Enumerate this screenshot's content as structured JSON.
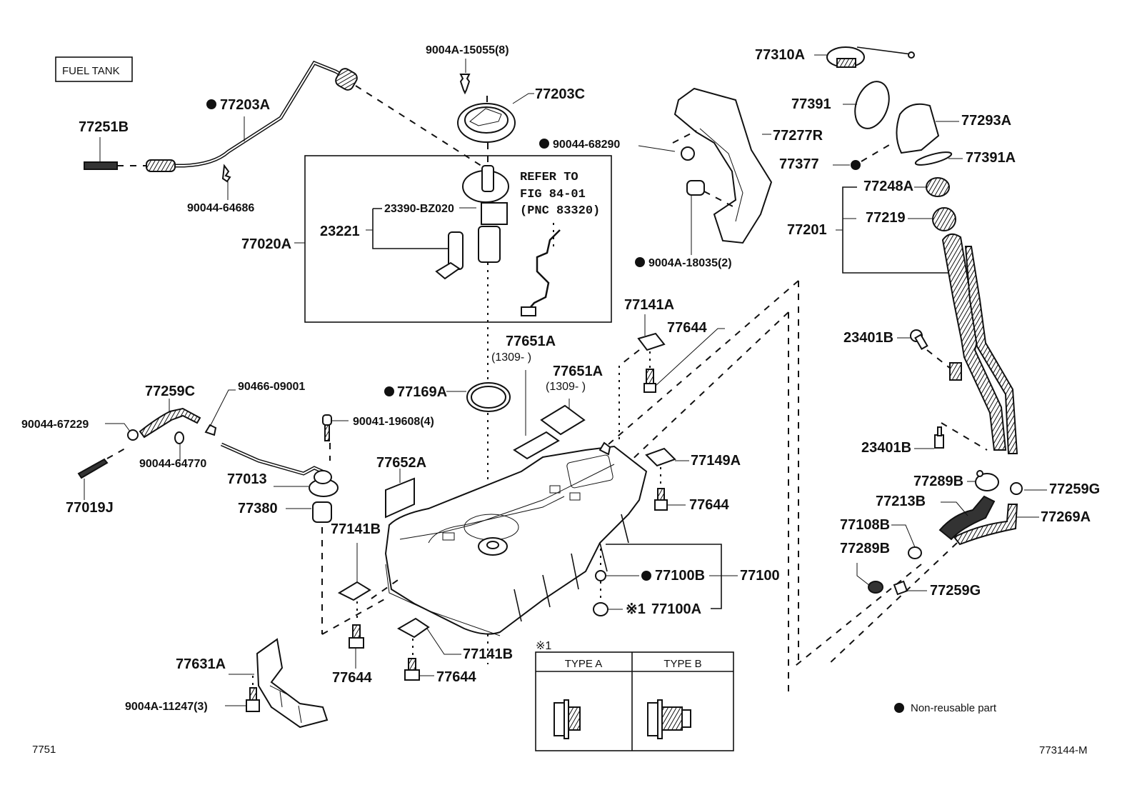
{
  "diagram": {
    "title": "FUEL TANK",
    "figure_code": "773144-M",
    "page_ref": "7751",
    "legend": {
      "symbol": "●",
      "text": "Non-reusable part"
    },
    "note_marker": "※1",
    "type_table": {
      "marker": "※1",
      "col_a": "TYPE A",
      "col_b": "TYPE B"
    },
    "refer_note": [
      "REFER TO",
      "FIG 84-01",
      "(PNC 83320)"
    ],
    "parts": {
      "p77251B": "77251B",
      "p77203A": "77203A",
      "p90044_64686": "90044-64686",
      "p9004A_15055": "9004A-15055(8)",
      "p77203C": "77203C",
      "p77020A": "77020A",
      "p23221": "23221",
      "p23390": "23390-BZ020",
      "p90044_68290": "90044-68290",
      "p77277R": "77277R",
      "p9004A_18035": "9004A-18035(2)",
      "p77310A": "77310A",
      "p77391": "77391",
      "p77293A": "77293A",
      "p77377": "77377",
      "p77391A": "77391A",
      "p77248A": "77248A",
      "p77201": "77201",
      "p77219": "77219",
      "p77141A": "77141A",
      "p77644_a": "77644",
      "p77651A_1": "77651A",
      "p77651A_1_note": "(1309-      )",
      "p77651A_2": "77651A",
      "p77651A_2_note": "(1309-      )",
      "p77169A": "77169A",
      "p77259C": "77259C",
      "p90466": "90466-09001",
      "p90044_67229": "90044-67229",
      "p90044_64770": "90044-64770",
      "p90041": "90041-19608(4)",
      "p77019J": "77019J",
      "p77013": "77013",
      "p77380": "77380",
      "p77652A": "77652A",
      "p77149A": "77149A",
      "p77644_b": "77644",
      "p77141B_1": "77141B",
      "p77100B": "77100B",
      "p77100": "77100",
      "p77100A": "77100A",
      "p77644_c": "77644",
      "p77141B_2": "77141B",
      "p77644_d": "77644",
      "p77631A": "77631A",
      "p9004A_11247": "9004A-11247(3)",
      "p23401B_1": "23401B",
      "p23401B_2": "23401B",
      "p77289B_1": "77289B",
      "p77259G_1": "77259G",
      "p77213B": "77213B",
      "p77269A": "77269A",
      "p77108B": "77108B",
      "p77289B_2": "77289B",
      "p77259G_2": "77259G"
    }
  }
}
